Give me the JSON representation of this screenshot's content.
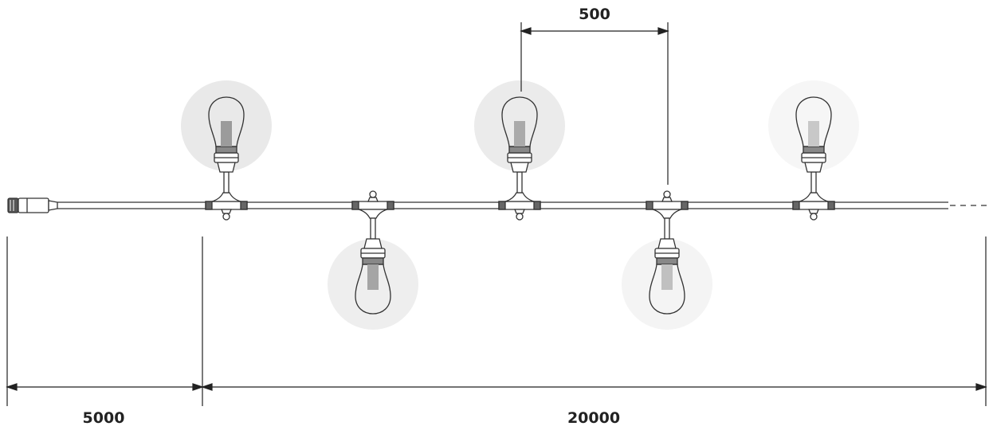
{
  "dimensions": {
    "spacing_label": "500",
    "lead_label": "5000",
    "total_label": "20000"
  },
  "bulbs": [
    {
      "orientation": "up",
      "glow": "#e9e9e9",
      "filament": "#9b9b9b"
    },
    {
      "orientation": "down",
      "glow": "#eeeeee",
      "filament": "#a5a5a5"
    },
    {
      "orientation": "up",
      "glow": "#ebebeb",
      "filament": "#aaaaaa"
    },
    {
      "orientation": "down",
      "glow": "#f4f4f4",
      "filament": "#c0c0c0"
    },
    {
      "orientation": "up",
      "glow": "#f6f6f6",
      "filament": "#c8c8c8"
    }
  ],
  "colors": {
    "line": "#222222",
    "cable": "#333333"
  }
}
